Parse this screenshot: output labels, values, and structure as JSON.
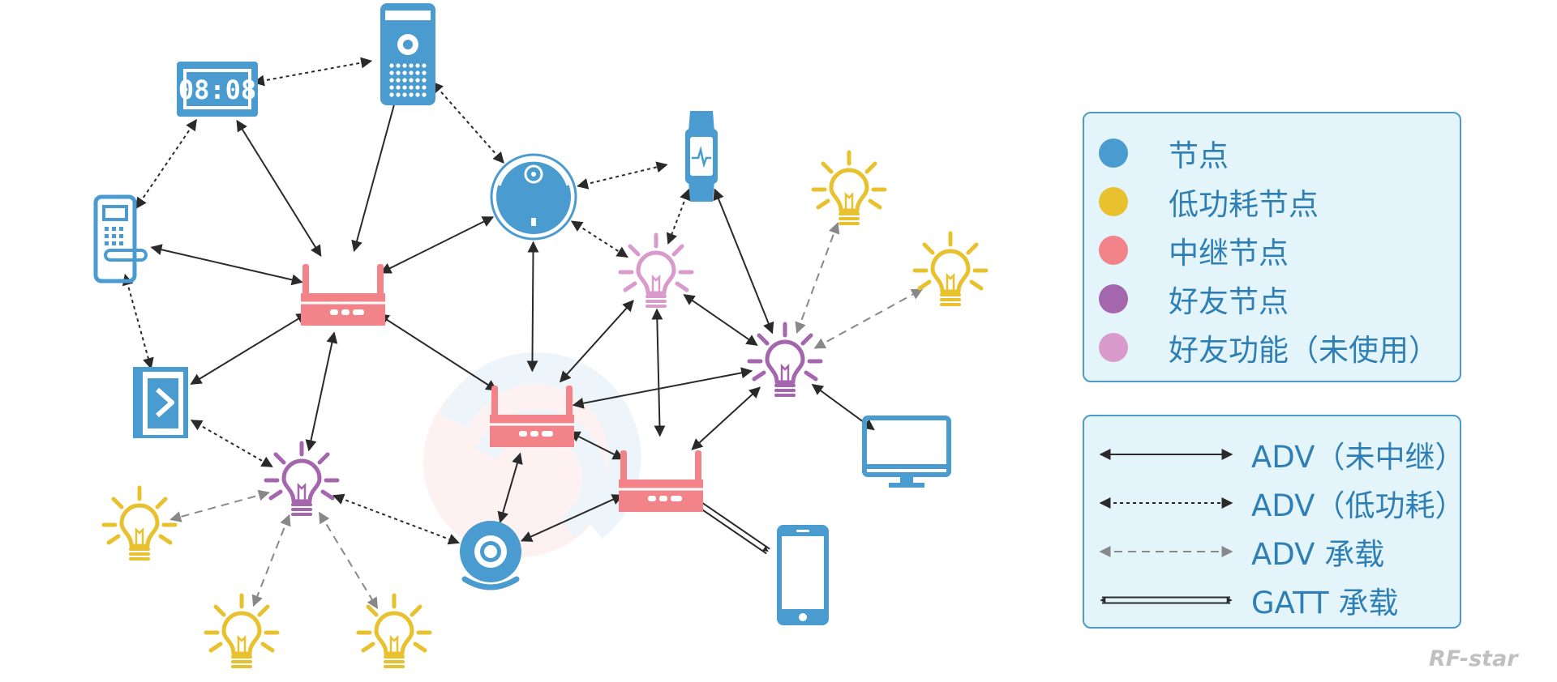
{
  "legend_nodes": [
    {
      "label": "节点",
      "color": "#4a9bcf"
    },
    {
      "label": "低功耗节点",
      "color": "#e8c12e"
    },
    {
      "label": "中继节点",
      "color": "#f28489"
    },
    {
      "label": "好友节点",
      "color": "#a467ad"
    },
    {
      "label": "好友功能（未使用）",
      "color": "#d89bcc"
    }
  ],
  "legend_links": [
    {
      "label": "ADV（未中继）",
      "style": "solid"
    },
    {
      "label": "ADV（低功耗）",
      "style": "dotted"
    },
    {
      "label": "ADV  承载",
      "style": "dashed"
    },
    {
      "label": "GATT  承载",
      "style": "double"
    }
  ],
  "watermark": "RF-star",
  "colors": {
    "node": "#4a9bcf",
    "low_power": "#e8c12e",
    "relay": "#f28489",
    "friend": "#a467ad",
    "friend_unused": "#d89bcc",
    "link_dark": "#2a2a2a",
    "link_gray": "#888888",
    "legend_text": "#2f7fb5"
  },
  "nodes": [
    {
      "id": "clock",
      "type": "clock",
      "role": "node",
      "icon": "digital-clock-icon",
      "display": "08:08"
    },
    {
      "id": "speaker",
      "type": "speaker",
      "role": "node",
      "icon": "smart-speaker-icon"
    },
    {
      "id": "lock",
      "type": "lock",
      "role": "node",
      "icon": "door-lock-icon"
    },
    {
      "id": "switch",
      "type": "switch",
      "role": "node",
      "icon": "smart-switch-icon"
    },
    {
      "id": "robot",
      "type": "robot",
      "role": "node",
      "icon": "robot-vacuum-icon"
    },
    {
      "id": "watch",
      "type": "watch",
      "role": "node",
      "icon": "smartwatch-icon"
    },
    {
      "id": "monitor",
      "type": "monitor",
      "role": "node",
      "icon": "monitor-icon"
    },
    {
      "id": "phone",
      "type": "phone",
      "role": "node",
      "icon": "smartphone-icon"
    },
    {
      "id": "camera",
      "type": "camera",
      "role": "node",
      "icon": "camera-icon"
    },
    {
      "id": "router1",
      "type": "router",
      "role": "relay",
      "icon": "router-icon"
    },
    {
      "id": "router2",
      "type": "router",
      "role": "relay",
      "icon": "router-icon"
    },
    {
      "id": "router3",
      "type": "router",
      "role": "relay",
      "icon": "router-icon"
    },
    {
      "id": "friendL",
      "type": "bulb",
      "role": "friend",
      "icon": "bulb-icon"
    },
    {
      "id": "friendR",
      "type": "bulb",
      "role": "friend",
      "icon": "bulb-icon"
    },
    {
      "id": "bulbPink",
      "type": "bulb",
      "role": "friend_unused",
      "icon": "bulb-icon"
    },
    {
      "id": "lp1",
      "type": "bulb",
      "role": "low_power",
      "icon": "bulb-icon"
    },
    {
      "id": "lp2",
      "type": "bulb",
      "role": "low_power",
      "icon": "bulb-icon"
    },
    {
      "id": "lp3",
      "type": "bulb",
      "role": "low_power",
      "icon": "bulb-icon"
    },
    {
      "id": "lp4",
      "type": "bulb",
      "role": "low_power",
      "icon": "bulb-icon"
    },
    {
      "id": "lp5",
      "type": "bulb",
      "role": "low_power",
      "icon": "bulb-icon"
    }
  ],
  "edges": [
    {
      "from": "clock",
      "to": "speaker",
      "style": "dotted"
    },
    {
      "from": "clock",
      "to": "lock",
      "style": "dotted"
    },
    {
      "from": "clock",
      "to": "router1",
      "style": "solid"
    },
    {
      "from": "speaker",
      "to": "router1",
      "style": "solid"
    },
    {
      "from": "speaker",
      "to": "robot",
      "style": "dotted"
    },
    {
      "from": "lock",
      "to": "router1",
      "style": "solid"
    },
    {
      "from": "lock",
      "to": "switch",
      "style": "dotted"
    },
    {
      "from": "switch",
      "to": "router1",
      "style": "solid"
    },
    {
      "from": "switch",
      "to": "friendL",
      "style": "dotted"
    },
    {
      "from": "robot",
      "to": "router1",
      "style": "solid"
    },
    {
      "from": "robot",
      "to": "watch",
      "style": "dotted"
    },
    {
      "from": "robot",
      "to": "router2",
      "style": "solid"
    },
    {
      "from": "robot",
      "to": "bulbPink",
      "style": "dotted"
    },
    {
      "from": "watch",
      "to": "bulbPink",
      "style": "dotted"
    },
    {
      "from": "watch",
      "to": "friendR",
      "style": "solid"
    },
    {
      "from": "router1",
      "to": "router2",
      "style": "solid"
    },
    {
      "from": "router1",
      "to": "friendL",
      "style": "solid"
    },
    {
      "from": "router2",
      "to": "bulbPink",
      "style": "solid"
    },
    {
      "from": "router2",
      "to": "friendR",
      "style": "solid"
    },
    {
      "from": "router2",
      "to": "router3",
      "style": "solid"
    },
    {
      "from": "router2",
      "to": "camera",
      "style": "solid"
    },
    {
      "from": "bulbPink",
      "to": "router3",
      "style": "solid"
    },
    {
      "from": "bulbPink",
      "to": "friendR",
      "style": "solid"
    },
    {
      "from": "friendR",
      "to": "router3",
      "style": "solid"
    },
    {
      "from": "friendR",
      "to": "monitor",
      "style": "solid"
    },
    {
      "from": "friendR",
      "to": "lp4",
      "style": "dashed"
    },
    {
      "from": "friendR",
      "to": "lp5",
      "style": "dashed"
    },
    {
      "from": "router3",
      "to": "camera",
      "style": "solid"
    },
    {
      "from": "router3",
      "to": "phone",
      "style": "double"
    },
    {
      "from": "friendL",
      "to": "camera",
      "style": "dotted"
    },
    {
      "from": "friendL",
      "to": "lp1",
      "style": "dashed"
    },
    {
      "from": "friendL",
      "to": "lp2",
      "style": "dashed"
    },
    {
      "from": "friendL",
      "to": "lp3",
      "style": "dashed"
    }
  ]
}
